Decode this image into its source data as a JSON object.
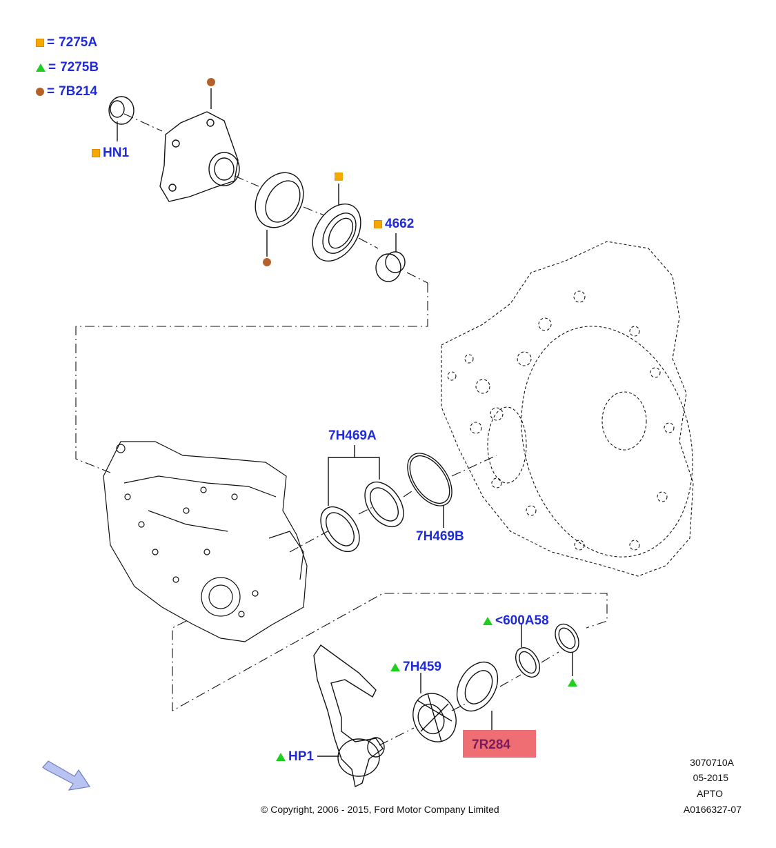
{
  "legend": [
    {
      "symbol": "square",
      "eq": "=",
      "code": "7275A"
    },
    {
      "symbol": "triangle",
      "eq": "=",
      "code": "7275B"
    },
    {
      "symbol": "dot",
      "eq": "=",
      "code": "7B214"
    }
  ],
  "labels": {
    "hn1": "HN1",
    "p4662": "4662",
    "h469a": "7H469A",
    "h469b": "7H469B",
    "a58": "<600A58",
    "h459": "7H459",
    "r284": "7R284",
    "hp1": "HP1"
  },
  "info": {
    "line1": "3070710A",
    "line2": "05-2015",
    "line3": "APTO",
    "line4": "A0166327-07"
  },
  "copyright": "© Copyright, 2006 - 2015, Ford Motor Company Limited",
  "colors": {
    "label_blue": "#1f2bd6",
    "square_orange": "#f5a800",
    "triangle_green": "#1fcf1f",
    "dot_brown": "#b5622a",
    "highlight_red": "#ee6e73",
    "highlight_text": "#7a1c5a"
  },
  "icons": [
    "square-icon",
    "triangle-icon",
    "dot-icon",
    "arrow-icon"
  ]
}
